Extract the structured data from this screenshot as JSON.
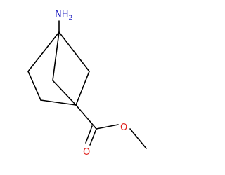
{
  "molecule": {
    "atoms": {
      "amine": {
        "element": "N",
        "label": "NH",
        "subscript": "2",
        "color": "#2020c0"
      },
      "carbonyl_oxygen": {
        "element": "O",
        "label": "O",
        "color": "#e0201c"
      },
      "ester_oxygen": {
        "element": "O",
        "label": "O",
        "color": "#e0201c"
      }
    },
    "bond_color": "#000000"
  }
}
